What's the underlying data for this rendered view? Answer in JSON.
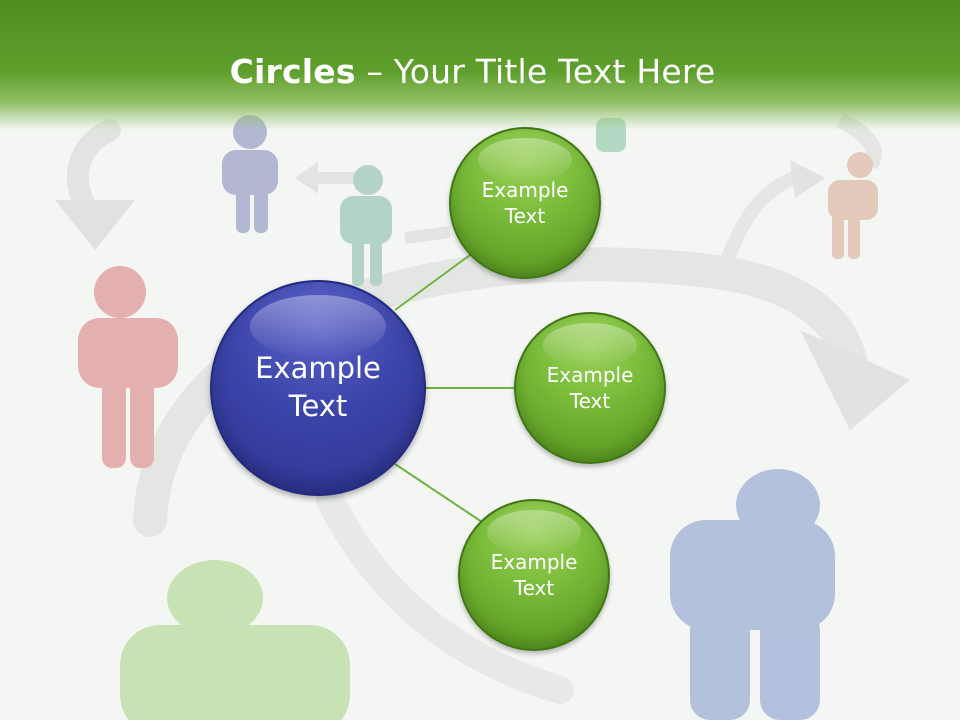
{
  "slide": {
    "title_bold": "Circles",
    "title_rest": " – Your Title Text Here"
  },
  "center_circle": {
    "line1": "Example",
    "line2": "Text",
    "color": "#3a43a6"
  },
  "satellite_circles": [
    {
      "line1": "Example",
      "line2": "Text"
    },
    {
      "line1": "Example",
      "line2": "Text"
    },
    {
      "line1": "Example",
      "line2": "Text"
    }
  ],
  "colors": {
    "header": "#5e9f2c",
    "satellite": "#6fb033",
    "connector": "#6db33f"
  }
}
